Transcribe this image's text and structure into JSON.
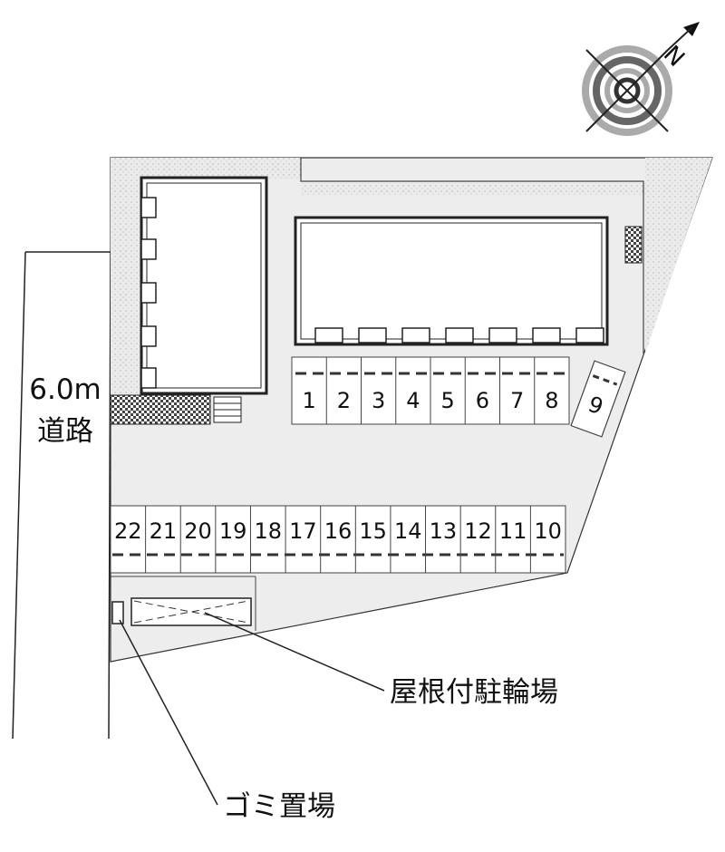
{
  "road": {
    "width_label": "6.0m",
    "name_label": "道路"
  },
  "compass": {
    "letter": "N"
  },
  "parking": {
    "top_row": [
      "1",
      "2",
      "3",
      "4",
      "5",
      "6",
      "7",
      "8"
    ],
    "angled_stall": "9",
    "bottom_row": [
      "22",
      "21",
      "20",
      "19",
      "18",
      "17",
      "16",
      "15",
      "14",
      "13",
      "12",
      "11",
      "10"
    ]
  },
  "facilities": {
    "bicycle_parking": "屋根付駐輪場",
    "garbage": "ゴミ置場"
  },
  "colors": {
    "lot": "#ededed",
    "stipple": "#e8e8e8",
    "building": "#ffffff",
    "outline": "#222222"
  }
}
